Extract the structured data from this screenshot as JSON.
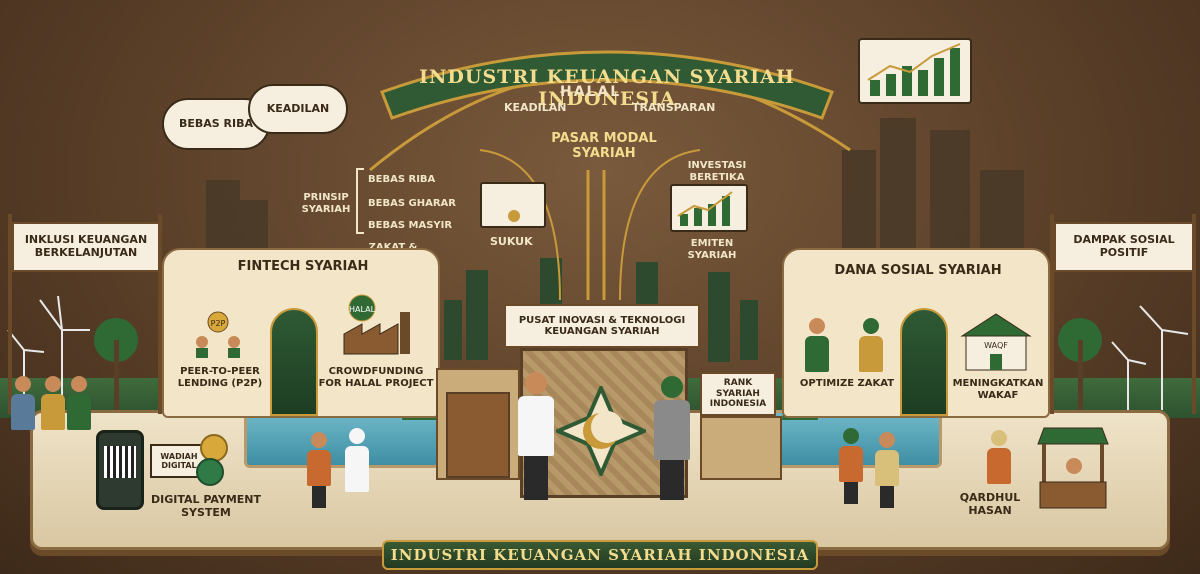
{
  "banner": {
    "title": "INDUSTRI KEUANGAN SYARIAH INDONESIA"
  },
  "arch": {
    "halal": "HALAL",
    "keadilan": "KEADILAN",
    "transparan": "TRANSPARAN",
    "pasar_modal": "PASAR MODAL SYARIAH"
  },
  "clouds": {
    "bebas_riba": "BEBAS RIBA",
    "keadilan": "KEADILAN"
  },
  "principles": {
    "label": "PRINSIP SYARIAH",
    "items": [
      "BEBAS RIBA",
      "BEBAS GHARAR",
      "BEBAS MASYIR"
    ],
    "zakat_wakaf": "ZAKAT & WAKAF"
  },
  "capital_market": {
    "sukuk": "SUKUK",
    "investasi": "INVESTASI BERETIKA",
    "emiten": "EMITEN SYARIAH"
  },
  "side_banners": {
    "left": "INKLUSI KEUANGAN BERKELANJUTAN",
    "right": "DAMPAK SOSIAL POSITIF"
  },
  "fintech": {
    "title": "FINTECH SYARIAH",
    "p2p_icon": "P2P",
    "p2p": "PEER-TO-PEER LENDING (P2P)",
    "halal_badge": "HALAL",
    "crowdfunding": "CROWDFUNDING FOR HALAL PROJECT"
  },
  "dana_sosial": {
    "title": "DANA SOSIAL SYARIAH",
    "zakat": "OPTIMIZE ZAKAT",
    "waqf_sign": "WAQF",
    "wakaf": "MENINGKATKAN WAKAF"
  },
  "center": {
    "sign": "PUSAT INOVASI & TEKNOLOGI KEUANGAN SYARIAH",
    "bank_sign": "RANK SYARIAH INDONESIA"
  },
  "bottom_features": {
    "wadiah": "WADIAH Digital",
    "digital_payment": "DIGITAL PAYMENT SYSTEM",
    "qardhul": "QARDHUL HASAN"
  },
  "bottom_banner": {
    "title": "INDUSTRI KEUANGAN SYARIAH INDONESIA"
  },
  "colors": {
    "background": "#5a3f28",
    "banner_green": "#2f5a34",
    "gold": "#f3dc8e",
    "parchment": "#f6efe0"
  }
}
